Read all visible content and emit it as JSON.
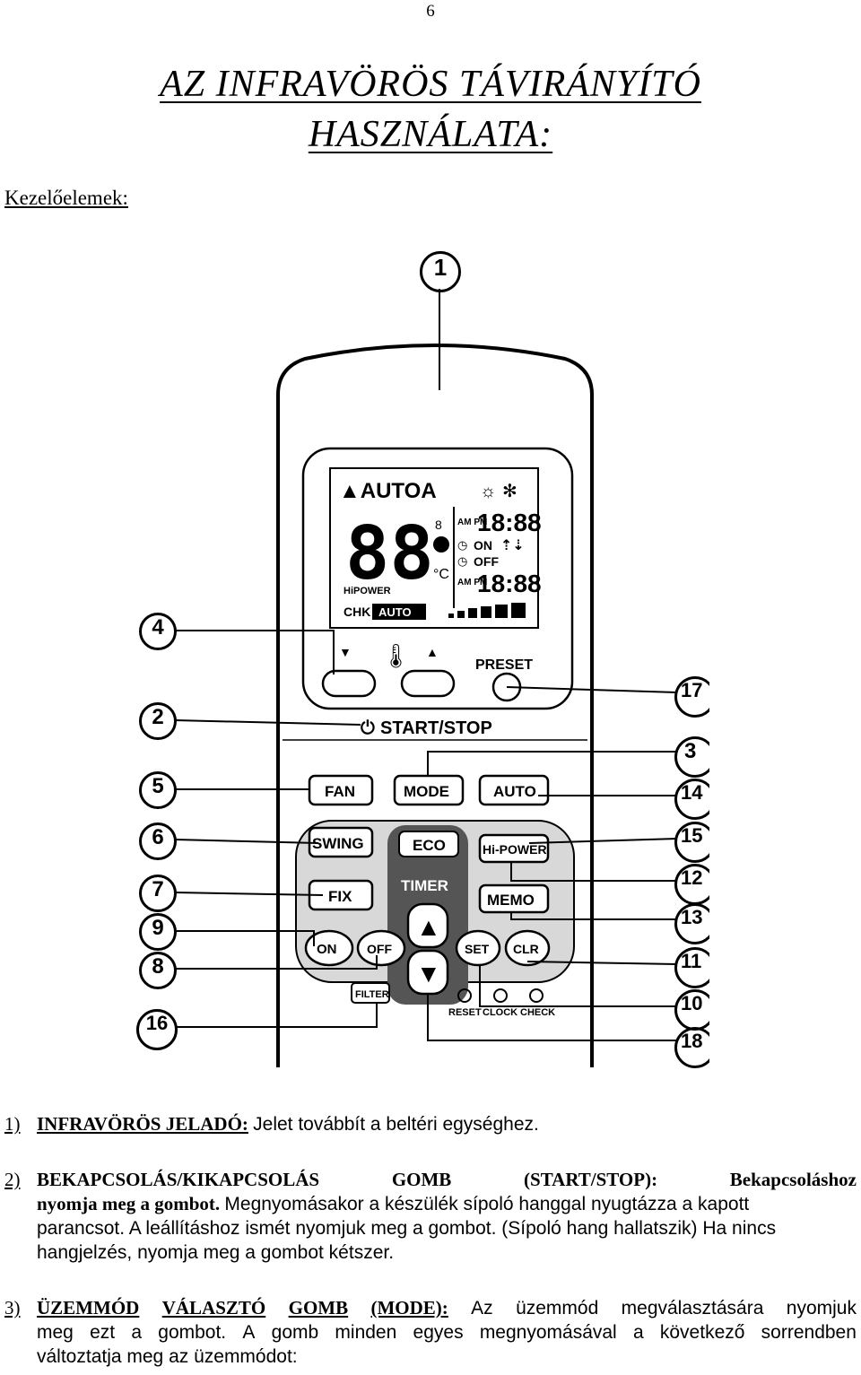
{
  "page": {
    "number": "6"
  },
  "title": {
    "line1": "AZ INFRAVÖRÖS TÁVIRÁNYÍTÓ",
    "line2": "HASZNÁLATA:"
  },
  "controls_heading": "Kezelőelemek:",
  "figure": {
    "callouts": [
      "1",
      "4",
      "2",
      "5",
      "6",
      "7",
      "9",
      "8",
      "16",
      "17",
      "3",
      "14",
      "15",
      "12",
      "13",
      "11",
      "10",
      "18"
    ],
    "display": {
      "modes": "▲AUTOA",
      "digits": "88",
      "clock1": "18:88",
      "clock2": "18:88",
      "ampm": "AM PM",
      "on": "ON",
      "off": "OFF",
      "hipower": "HiPOWER",
      "chk": "CHK",
      "auto_tag": "AUTO",
      "celsius": "°C",
      "b": "8"
    },
    "buttons": {
      "temp_down": "▼",
      "temp_up": "▲",
      "preset": "PRESET",
      "start_stop": "START/STOP",
      "fan": "FAN",
      "mode": "MODE",
      "auto": "AUTO",
      "swing": "SWING",
      "eco": "ECO",
      "hipower": "Hi-POWER",
      "timer": "TIMER",
      "fix": "FIX",
      "memo": "MEMO",
      "on": "ON",
      "off": "OFF",
      "set": "SET",
      "clr": "CLR",
      "filter": "FILTER",
      "reset": "RESET",
      "clock": "CLOCK",
      "check": "CHECK",
      "up": "▲",
      "down": "▼"
    }
  },
  "items": [
    {
      "num": "1)",
      "heading": "INFRAVÖRÖS JELADÓ:",
      "text": "Jelet továbbít a beltéri egységhez."
    },
    {
      "num": "2)",
      "line1": [
        "BEKAPCSOLÁS/KIKAPCSOLÁS",
        "GOMB",
        "(START/STOP):",
        "Bekapcsoláshoz"
      ],
      "line2_bold": "nyomja meg a gombot.",
      "line2_rest": "Megnyomásakor a készülék sípoló hanggal nyugtázza a kapott",
      "line3": "parancsot. A leállításhoz ismét nyomjuk meg a gombot. (Sípoló hang hallatszik) Ha nincs",
      "line4": "hangjelzés, nyomja meg a gombot kétszer."
    },
    {
      "num": "3)",
      "line1": [
        "ÜZEMMÓD",
        "VÁLASZTÓ",
        "GOMB",
        "(MODE):",
        "Az",
        "üzemmód",
        "megválasztására",
        "nyomjuk"
      ],
      "line2": [
        "meg",
        "ezt",
        "a",
        "gombot.",
        "A",
        "gomb",
        "minden",
        "egyes",
        "megnyomásával",
        "a",
        "következő",
        "sorrendben"
      ],
      "line3": "változtatja meg az üzemmódot:"
    }
  ]
}
